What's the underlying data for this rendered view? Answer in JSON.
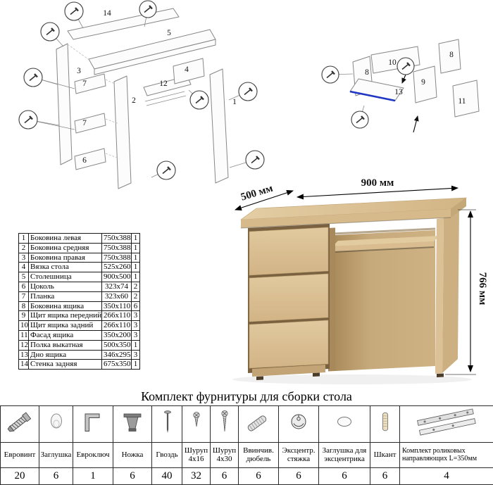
{
  "title": "Комплект фурнитуры для сборки стола",
  "colors": {
    "wood": "#d9bd92",
    "highlight_blue": "#1f35c4"
  },
  "dimensions": {
    "width": "900 мм",
    "depth": "500 мм",
    "height": "766 мм"
  },
  "diagram": {
    "main_labels": [
      "14",
      "5",
      "3",
      "7",
      "12",
      "2",
      "4",
      "7",
      "6",
      "1"
    ],
    "drawer_labels": [
      "10",
      "8",
      "8",
      "9",
      "13",
      "11"
    ]
  },
  "parts_table": {
    "rows": [
      {
        "num": "1",
        "name": "Боковина левая",
        "size": "750x388",
        "qty": "1"
      },
      {
        "num": "2",
        "name": "Боковина средняя",
        "size": "750x388",
        "qty": "1"
      },
      {
        "num": "3",
        "name": "Боковина правая",
        "size": "750x388",
        "qty": "1"
      },
      {
        "num": "4",
        "name": "Вязка стола",
        "size": "525x260",
        "qty": "1"
      },
      {
        "num": "5",
        "name": "Столешница",
        "size": "900x500",
        "qty": "1"
      },
      {
        "num": "6",
        "name": "Цоколь",
        "size": "323x74",
        "qty": "2"
      },
      {
        "num": "7",
        "name": "Планка",
        "size": "323x60",
        "qty": "2"
      },
      {
        "num": "8",
        "name": "Боковина ящика",
        "size": "350x110",
        "qty": "6"
      },
      {
        "num": "9",
        "name": "Щит ящика передний",
        "size": "266x110",
        "qty": "3"
      },
      {
        "num": "10",
        "name": "Щит ящика задний",
        "size": "266x110",
        "qty": "3"
      },
      {
        "num": "11",
        "name": "Фасад ящика",
        "size": "350x200",
        "qty": "3"
      },
      {
        "num": "12",
        "name": "Полка выкатная",
        "size": "500x350",
        "qty": "1"
      },
      {
        "num": "13",
        "name": "Дно ящика",
        "size": "346x295",
        "qty": "3"
      },
      {
        "num": "14",
        "name": "Стенка задняя",
        "size": "675x350",
        "qty": "1"
      }
    ]
  },
  "hardware": {
    "items": [
      {
        "icon": "euro-screw-icon",
        "name": "Евровинт",
        "qty": "20"
      },
      {
        "icon": "cap-icon",
        "name": "Заглушка",
        "qty": "6"
      },
      {
        "icon": "hex-key-icon",
        "name": "Евроключ",
        "qty": "1"
      },
      {
        "icon": "leg-icon",
        "name": "Ножка",
        "qty": "6"
      },
      {
        "icon": "nail-icon",
        "name": "Гвоздь",
        "qty": "40"
      },
      {
        "icon": "screw-small-icon",
        "name": "Шуруп 4x16",
        "qty": "32"
      },
      {
        "icon": "screw-long-icon",
        "name": "Шуруп 4x30",
        "qty": "6"
      },
      {
        "icon": "dowel-screw-icon",
        "name": "Ввинчив. дюбель",
        "qty": "6"
      },
      {
        "icon": "cam-lock-icon",
        "name": "Эксцентр. стяжка",
        "qty": "6"
      },
      {
        "icon": "cam-cap-icon",
        "name": "Заглушка для эксцентрика",
        "qty": "6"
      },
      {
        "icon": "dowel-icon",
        "name": "Шкант",
        "qty": "6"
      },
      {
        "icon": "drawer-slides-icon",
        "name": "Комплект роликовых направляющих L=350мм",
        "qty": "4"
      }
    ]
  }
}
